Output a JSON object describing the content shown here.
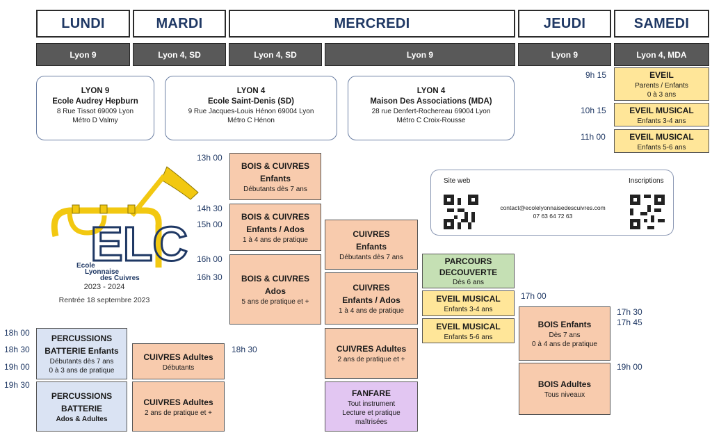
{
  "days": [
    "LUNDI",
    "MARDI",
    "MERCREDI",
    "JEUDI",
    "SAMEDI"
  ],
  "locations": [
    "Lyon 9",
    "Lyon 4, SD",
    "Lyon 4, SD",
    "Lyon 9",
    "Lyon 9",
    "Lyon 4, MDA"
  ],
  "venues": [
    {
      "city": "LYON 9",
      "name": "Ecole Audrey Hepburn",
      "address": "8 Rue Tissot 69009 Lyon",
      "metro": "Métro D Valmy"
    },
    {
      "city": "LYON 4",
      "name": "Ecole Saint-Denis (SD)",
      "address": "9 Rue Jacques-Louis Hénon 69004 Lyon",
      "metro": "Métro C Hénon"
    },
    {
      "city": "LYON 4",
      "name": "Maison Des Associations (MDA)",
      "address": "28 rue Denfert-Rochereau 69004 Lyon",
      "metro": "Métro C Croix-Rousse"
    }
  ],
  "times": {
    "t1300": "13h 00",
    "t1430": "14h 30",
    "t1500": "15h 00",
    "t1600": "16h 00",
    "t1630": "16h 30",
    "t1700": "17h 00",
    "t1730": "17h 30",
    "t1745": "17h 45",
    "t1800": "18h 00",
    "t1830a": "18h 30",
    "t1830b": "18h 30",
    "t1900a": "19h 00",
    "t1900b": "19h 00",
    "t1930": "19h 30",
    "t0915": "9h 15",
    "t1015": "10h 15",
    "t1100": "11h 00"
  },
  "courses": {
    "lundi_perc1": {
      "title1": "PERCUSSIONS",
      "title2": "BATTERIE Enfants",
      "sub1": "Débutants dès 7 ans",
      "sub2": "0 à 3 ans de pratique"
    },
    "lundi_perc2": {
      "title1": "PERCUSSIONS",
      "title2": "BATTERIE",
      "sub1": "Ados & Adultes"
    },
    "mardi_cuivres1": {
      "title": "CUIVRES Adultes",
      "sub": "Débutants"
    },
    "mardi_cuivres2": {
      "title": "CUIVRES Adultes",
      "sub": "2 ans de pratique et +"
    },
    "mer_bois1": {
      "title1": "BOIS & CUIVRES",
      "title2": "Enfants",
      "sub": "Débutants dès 7 ans"
    },
    "mer_bois2": {
      "title1": "BOIS & CUIVRES",
      "title2": "Enfants / Ados",
      "sub": "1 à 4 ans de pratique"
    },
    "mer_bois3": {
      "title1": "BOIS & CUIVRES",
      "title2": "Ados",
      "sub": "5 ans de pratique et +"
    },
    "mer_cuivres1": {
      "title1": "CUIVRES",
      "title2": "Enfants",
      "sub": "Débutants dès 7 ans"
    },
    "mer_cuivres2": {
      "title1": "CUIVRES",
      "title2": "Enfants / Ados",
      "sub": "1 à 4 ans de pratique"
    },
    "mer_cuivres3": {
      "title": "CUIVRES Adultes",
      "sub": "2 ans de pratique et +"
    },
    "mer_fanfare": {
      "title": "FANFARE",
      "sub1": "Tout instrument",
      "sub2": "Lecture et pratique",
      "sub3": "maîtrisées"
    },
    "mer_parcours": {
      "title1": "PARCOURS",
      "title2": "DECOUVERTE",
      "sub": "Dès 6 ans"
    },
    "mer_eveil1": {
      "title": "EVEIL MUSICAL",
      "sub": "Enfants 3-4 ans"
    },
    "mer_eveil2": {
      "title": "EVEIL MUSICAL",
      "sub": "Enfants 5-6 ans"
    },
    "jeudi_bois1": {
      "title": "BOIS Enfants",
      "sub1": "Dès 7 ans",
      "sub2": "0 à 4 ans de pratique"
    },
    "jeudi_bois2": {
      "title": "BOIS Adultes",
      "sub": "Tous niveaux"
    },
    "sam_eveil": {
      "title": "EVEIL",
      "sub1": "Parents / Enfants",
      "sub2": "0 à 3 ans"
    },
    "sam_eveil2": {
      "title": "EVEIL MUSICAL",
      "sub": "Enfants 3-4 ans"
    },
    "sam_eveil3": {
      "title": "EVEIL MUSICAL",
      "sub": "Enfants 5-6 ans"
    }
  },
  "contact": {
    "site_label": "Site web",
    "inscriptions_label": "Inscriptions",
    "email": "contact@ecolelyonnaisedescuivres.com",
    "phone": "07 63 64 72 63"
  },
  "logo": {
    "letters": "ELC",
    "line1": "Ecole",
    "line2": "Lyonnaise",
    "line3": "des Cuivres",
    "year": "2023 - 2024",
    "rentree": "Rentrée 18 septembre 2023"
  },
  "colors": {
    "orange": "#f8cbad",
    "yellow": "#ffe699",
    "green": "#c5e0b4",
    "blue": "#dae3f3",
    "purple": "#e2c6f2",
    "header_text": "#1f3864",
    "location_bar": "#595959"
  }
}
